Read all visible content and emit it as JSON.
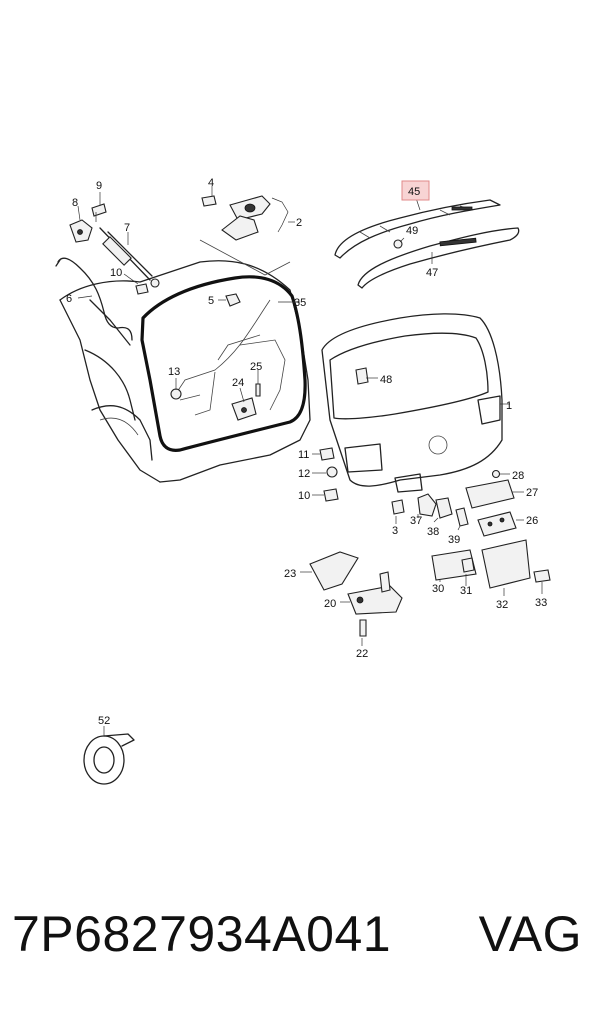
{
  "diagram": {
    "highlighted_label": "45",
    "labels": [
      "1",
      "2",
      "3",
      "4",
      "5",
      "6",
      "7",
      "8",
      "9",
      "10",
      "10",
      "11",
      "12",
      "13",
      "20",
      "22",
      "23",
      "24",
      "25",
      "26",
      "27",
      "28",
      "30",
      "31",
      "32",
      "33",
      "35",
      "37",
      "38",
      "39",
      "45",
      "47",
      "48",
      "49",
      "52"
    ]
  },
  "footer": {
    "part_number": "7P6827934A041",
    "brand": "VAG"
  }
}
